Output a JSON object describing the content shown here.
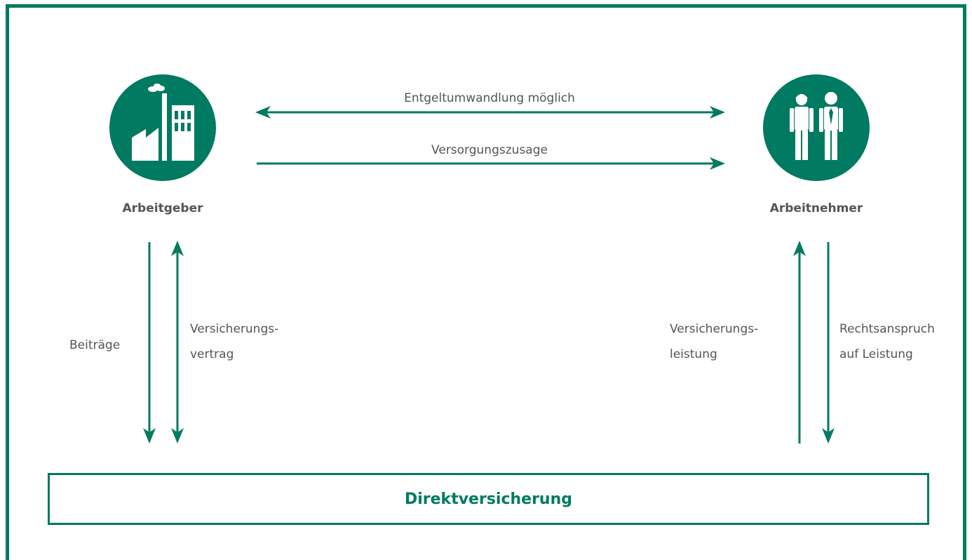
{
  "colors": {
    "accent": "#007a60",
    "text": "#555555"
  },
  "employer": {
    "label": "Arbeitgeber",
    "icon": "factory-icon"
  },
  "employee": {
    "label": "Arbeitnehmer",
    "icon": "workers-icon"
  },
  "relations": {
    "salary_conversion": "Entgeltumwandlung möglich",
    "pension_promise": "Versorgungszusage"
  },
  "left_flows": {
    "contributions": "Beiträge",
    "contract_line1": "Versicherungs-",
    "contract_line2": "vertrag"
  },
  "right_flows": {
    "benefit_line1": "Versicherungs-",
    "benefit_line2": "leistung",
    "claim_line1": "Rechtsanspruch",
    "claim_line2": "auf Leistung"
  },
  "provider": {
    "label": "Direktversicherung"
  }
}
